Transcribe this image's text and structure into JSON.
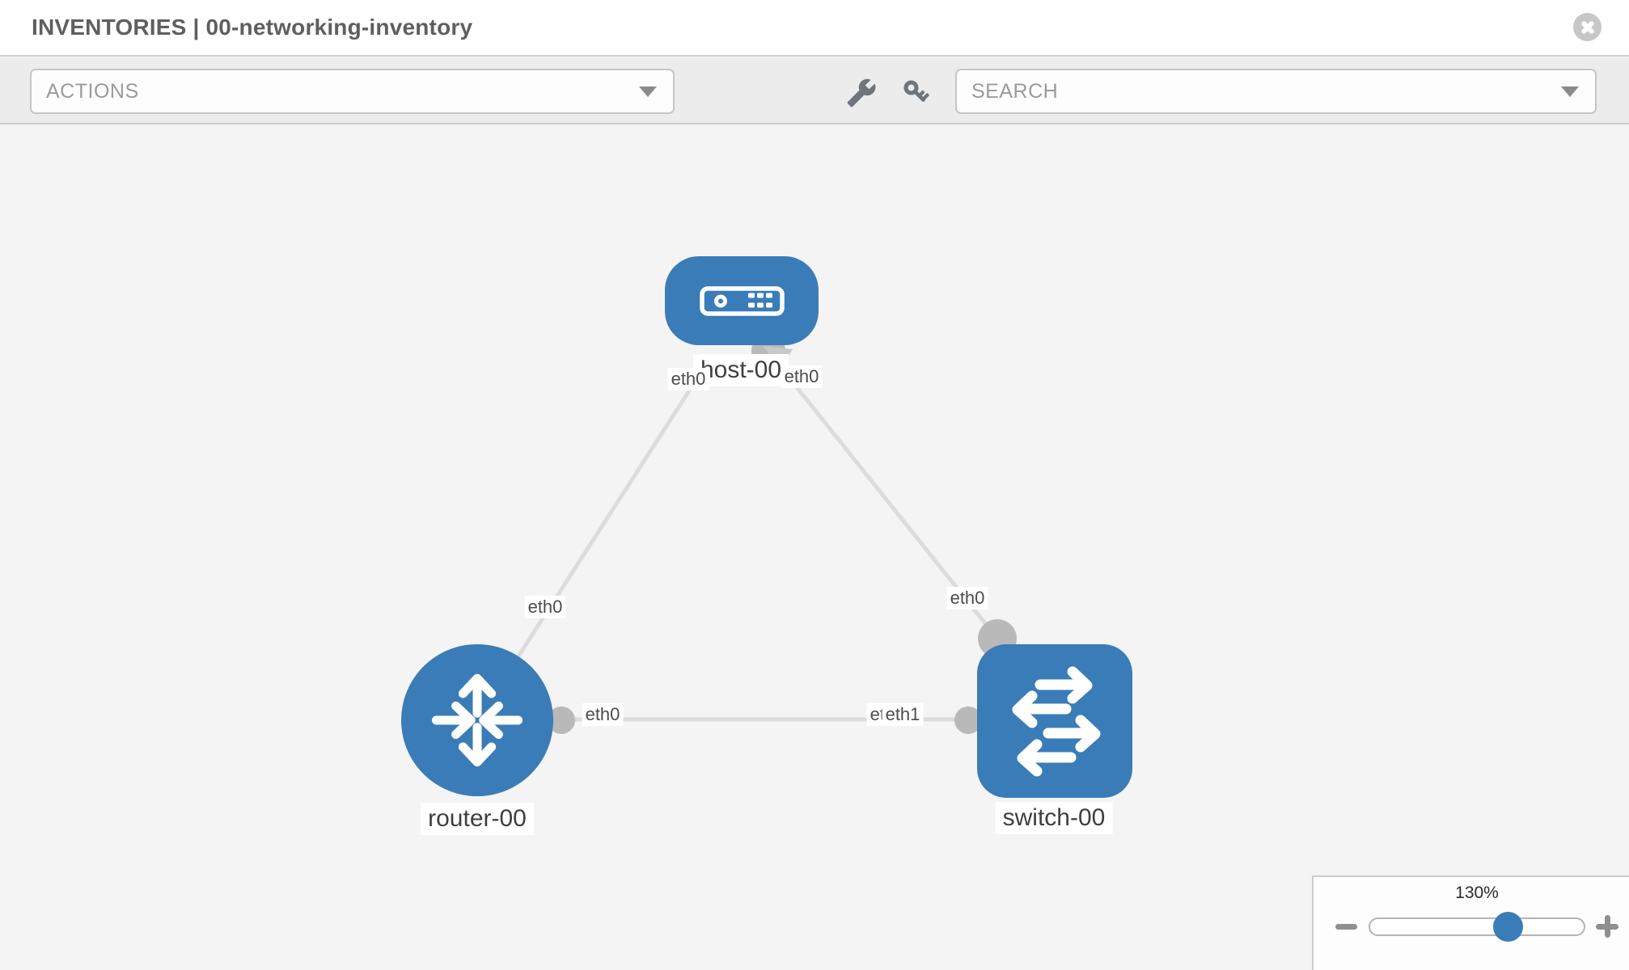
{
  "header": {
    "title": "INVENTORIES | 00-networking-inventory"
  },
  "toolbar": {
    "actions_label": "ACTIONS",
    "search_label": "SEARCH"
  },
  "icons": {
    "close": "circle-x-icon",
    "wrench": "wrench-icon",
    "key": "key-icon",
    "actions_caret": "chevron-down-icon",
    "search_caret": "chevron-down-icon",
    "minus": "minus-icon",
    "plus": "plus-icon",
    "host": "server-icon",
    "router": "router-arrows-icon",
    "switch": "switch-arrows-icon"
  },
  "topology": {
    "nodes": [
      {
        "id": "host-00",
        "type": "host",
        "label": "host-00"
      },
      {
        "id": "router-00",
        "type": "router",
        "label": "router-00"
      },
      {
        "id": "switch-00",
        "type": "switch",
        "label": "switch-00"
      }
    ],
    "links": [
      {
        "source": "host-00",
        "target": "router-00",
        "source_interface": "eth0",
        "target_interface": "eth0"
      },
      {
        "source": "host-00",
        "target": "switch-00",
        "source_interface": "eth0",
        "target_interface": "eth0"
      },
      {
        "source": "router-00",
        "target": "switch-00",
        "source_interface": "eth0",
        "target_interface": "eth1"
      }
    ],
    "iface_labels": {
      "host_to_router_at_host": "eth0",
      "host_to_router_at_router": "eth0",
      "host_to_switch_at_host": "eth0",
      "host_to_switch_at_switch": "eth0",
      "router_to_switch_at_router": "eth0",
      "router_to_switch_at_switch_hidden": "eth0",
      "router_to_switch_at_switch": "eth1"
    }
  },
  "zoom_control": {
    "value_label": "130%",
    "percent": 130
  },
  "colors": {
    "node_blue": "#3a7cb8",
    "connector_gray": "#b9b9b9",
    "link_gray": "#dcdcdc",
    "toolbar_bg": "#ececec",
    "canvas_bg": "#f4f4f4",
    "header_bg": "#ffffff",
    "title_text": "#5f5f5f",
    "muted_text": "#9b9b9b",
    "tool_icon_gray": "#6e757c",
    "label_text": "#4c4c4c"
  }
}
